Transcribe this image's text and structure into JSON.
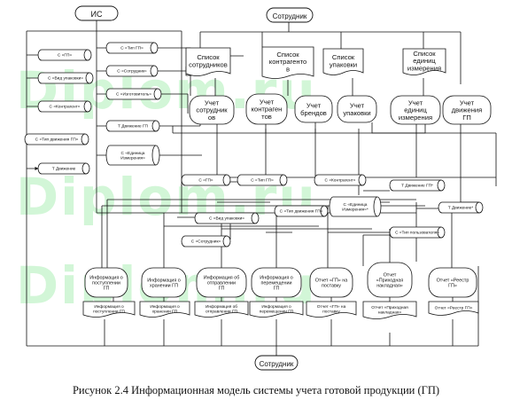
{
  "watermark": [
    "Diplom.ru",
    "Diplom.ru",
    "Diplom.ru"
  ],
  "terminals": {
    "is": "ИС",
    "employee_top": "Сотрудник",
    "employee_bottom": "Сотрудник"
  },
  "lists": [
    {
      "id": "l1",
      "lines": [
        "Список",
        "сотрудников"
      ]
    },
    {
      "id": "l2",
      "lines": [
        "Список",
        "контрагенто",
        "в"
      ]
    },
    {
      "id": "l3",
      "lines": [
        "Список",
        "упаковки"
      ]
    },
    {
      "id": "l4",
      "lines": [
        "Список",
        "единиц",
        "измерения"
      ]
    }
  ],
  "accounting": [
    {
      "id": "u1",
      "lines": [
        "Учет",
        "сотрудник",
        "ов"
      ]
    },
    {
      "id": "u2",
      "lines": [
        "Учет",
        "контраген",
        "тов"
      ]
    },
    {
      "id": "u3",
      "lines": [
        "Учет",
        "брендов"
      ]
    },
    {
      "id": "u4",
      "lines": [
        "Учет",
        "упаковки"
      ]
    },
    {
      "id": "u5",
      "lines": [
        "Учет",
        "единиц",
        "измерения"
      ]
    },
    {
      "id": "u6",
      "lines": [
        "Учет",
        "движения",
        "ГП"
      ]
    }
  ],
  "left_stores": [
    {
      "id": "s1",
      "label": "С «ГП»"
    },
    {
      "id": "s2",
      "label": "С «Вид упаковки»"
    },
    {
      "id": "s3",
      "label": "С «Контрагент»"
    },
    {
      "id": "s4",
      "label": "С «Тип движения ГП»"
    },
    {
      "id": "s5",
      "label": "Т Движение"
    }
  ],
  "upper_stores": [
    {
      "id": "t1",
      "label": "С «Тип ГП»"
    },
    {
      "id": "t2",
      "label": "С «Сотрудник»"
    },
    {
      "id": "t3",
      "label": "С «Изготовитель»"
    },
    {
      "id": "t4",
      "label": "Т Движение ГП"
    },
    {
      "id": "t5",
      "lines": [
        "С «Единица",
        "Измерения»"
      ]
    }
  ],
  "middle_stores": [
    {
      "id": "m1",
      "label": "С «ГП»"
    },
    {
      "id": "m2",
      "label": "С «Тип ГП»"
    },
    {
      "id": "m3",
      "label": "С «Контрагент»"
    },
    {
      "id": "m4",
      "label": "Т Движение ГП*"
    },
    {
      "id": "m5",
      "label": "С «Тип движения ГП»"
    },
    {
      "id": "m6",
      "lines": [
        "С «Единица",
        "Измерения»*"
      ]
    },
    {
      "id": "m7",
      "label": "Т Движение*"
    },
    {
      "id": "m8",
      "label": "С «Вид упаковки»"
    },
    {
      "id": "m9",
      "label": "С «Сотрудник»"
    },
    {
      "id": "m10",
      "label": "С «Тип пользователя»"
    }
  ],
  "info": [
    {
      "id": "i1",
      "lines": [
        "Информация о",
        "поступлении",
        "ГП"
      ]
    },
    {
      "id": "i2",
      "lines": [
        "Информация о",
        "хранении ГП"
      ]
    },
    {
      "id": "i3",
      "lines": [
        "Информация об",
        "отправлении",
        "ГП"
      ]
    },
    {
      "id": "i4",
      "lines": [
        "Информация о",
        "перемещении",
        "ГП"
      ]
    },
    {
      "id": "i5",
      "lines": [
        "Отчет «ГП» на",
        "поставку"
      ]
    },
    {
      "id": "i6",
      "lines": [
        "Отчет",
        "«Приходная",
        "накладная»"
      ]
    },
    {
      "id": "i7",
      "lines": [
        "Отчет «Реестр",
        "ГП»"
      ]
    }
  ],
  "docs": [
    {
      "id": "d1",
      "lines": [
        "Информация о",
        "поступлении ГП"
      ]
    },
    {
      "id": "d2",
      "lines": [
        "Информация о",
        "хранении ГП"
      ]
    },
    {
      "id": "d3",
      "lines": [
        "Информация об",
        "отправлении ГП"
      ]
    },
    {
      "id": "d4",
      "lines": [
        "Информация о",
        "перемещении ГП"
      ]
    },
    {
      "id": "d5",
      "lines": [
        "Отчет «ГП» на",
        "поставку"
      ]
    },
    {
      "id": "d6",
      "lines": [
        "Отчет «Приходная",
        "накладная»"
      ]
    },
    {
      "id": "d7",
      "lines": [
        "Отчет «Реестр ГП»"
      ]
    }
  ],
  "caption": "Рисунок 2.4 Информационная модель системы учета готовой продукции (ГП)"
}
